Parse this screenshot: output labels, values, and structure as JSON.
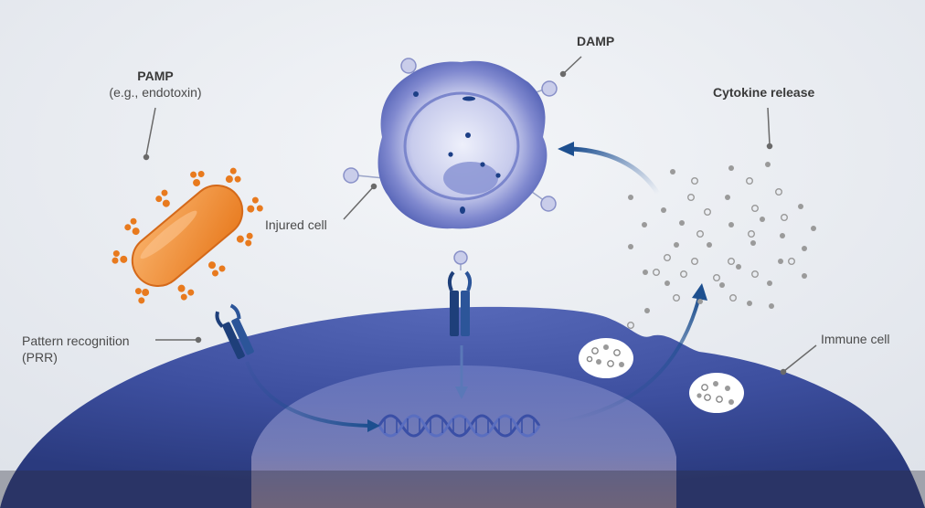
{
  "labels": {
    "pamp_title": "PAMP",
    "pamp_sub": "(e.g., endotoxin)",
    "damp": "DAMP",
    "cytokine_release": "Cytokine release",
    "injured_cell": "Injured cell",
    "prr_line1": "Pattern recognition",
    "prr_line2": "(PRR)",
    "immune_cell": "Immune cell"
  },
  "colors": {
    "background": "#e9ecf1",
    "immune_cell": "#3b4fa0",
    "bacterium": "#f08a2c",
    "receptor": "#1e3f7a",
    "arrow": "#1d4f8f",
    "dna": "#3a4fa6",
    "cytokine_filled": "#9a9a9a"
  }
}
